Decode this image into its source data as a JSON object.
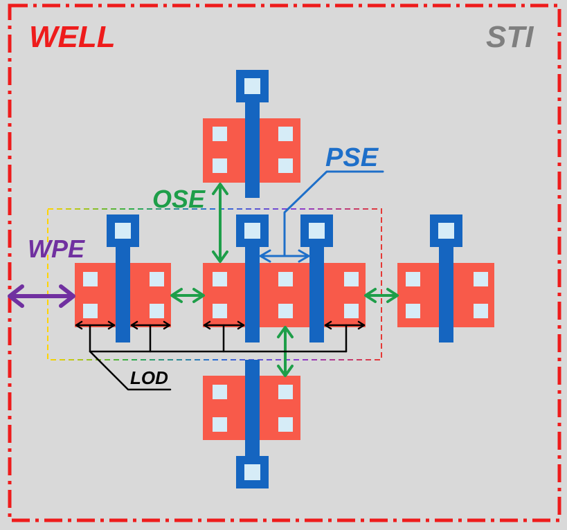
{
  "labels": {
    "well": "WELL",
    "sti": "STI",
    "pse": "PSE",
    "ose": "OSE",
    "wpe": "WPE",
    "lod": "LOD"
  },
  "colors": {
    "background": "#d9d9d9",
    "well_border": "#ee1c1c",
    "sti_text": "#7f7f7f",
    "diffusion": "#f85a4a",
    "gate": "#1565c0",
    "contact": "#d6ecf7",
    "ose_arrow": "#1e9e49",
    "pse_arrow": "#1e6fc9",
    "wpe_arrow": "#7030a0",
    "lod_arrow": "#000000"
  }
}
